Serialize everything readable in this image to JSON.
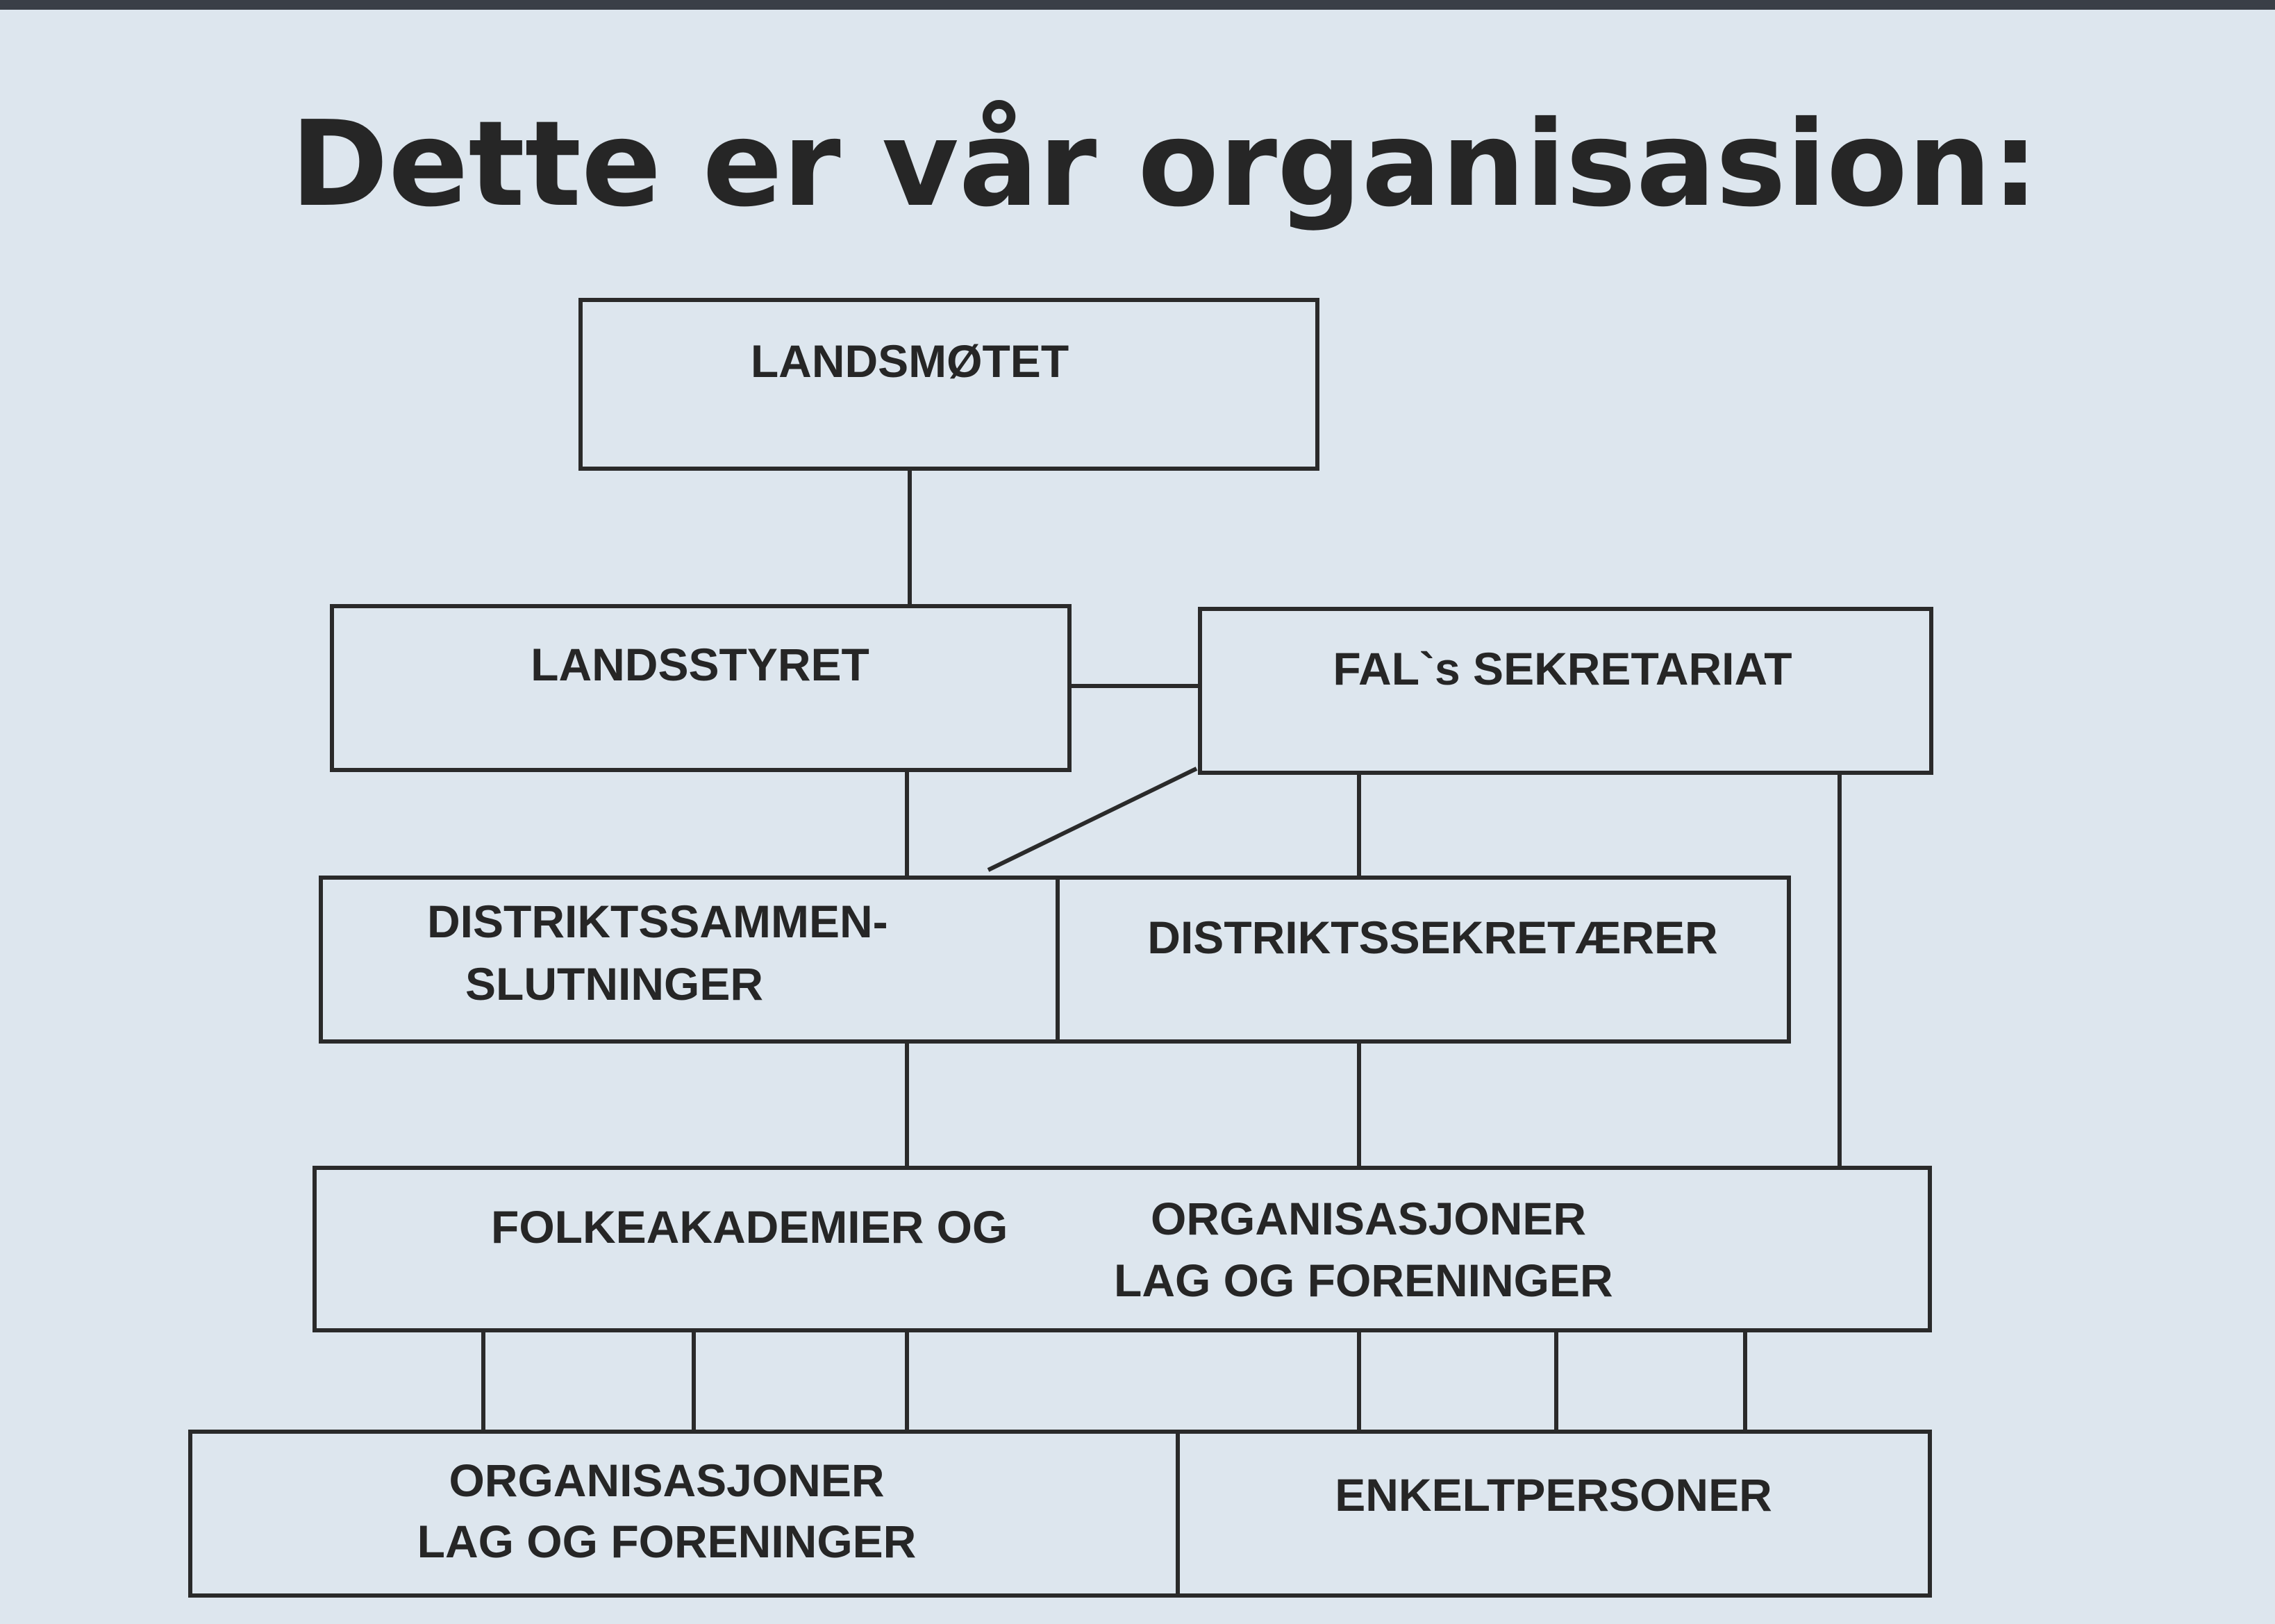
{
  "title": "Dette er vår organisasion:",
  "nodes": {
    "landsmotet": "LANDSMØTET",
    "landsstyret": "LANDSSTYRET",
    "sekretariat": "FAL`s SEKRETARIAT",
    "distriktssammenslutninger": [
      "DISTRIKTSSAMMEN-",
      "SLUTNINGER"
    ],
    "distriktssekretaerer": "DISTRIKTSSEKRETÆRER",
    "folkeakademier": "FOLKEAKADEMIER OG",
    "organisasjoner_mid": [
      "ORGANISASJONER",
      "LAG OG FORENINGER"
    ],
    "organisasjoner_bottom": [
      "ORGANISASJONER",
      "LAG OG FORENINGER"
    ],
    "enkeltpersoner": "ENKELTPERSONER"
  }
}
